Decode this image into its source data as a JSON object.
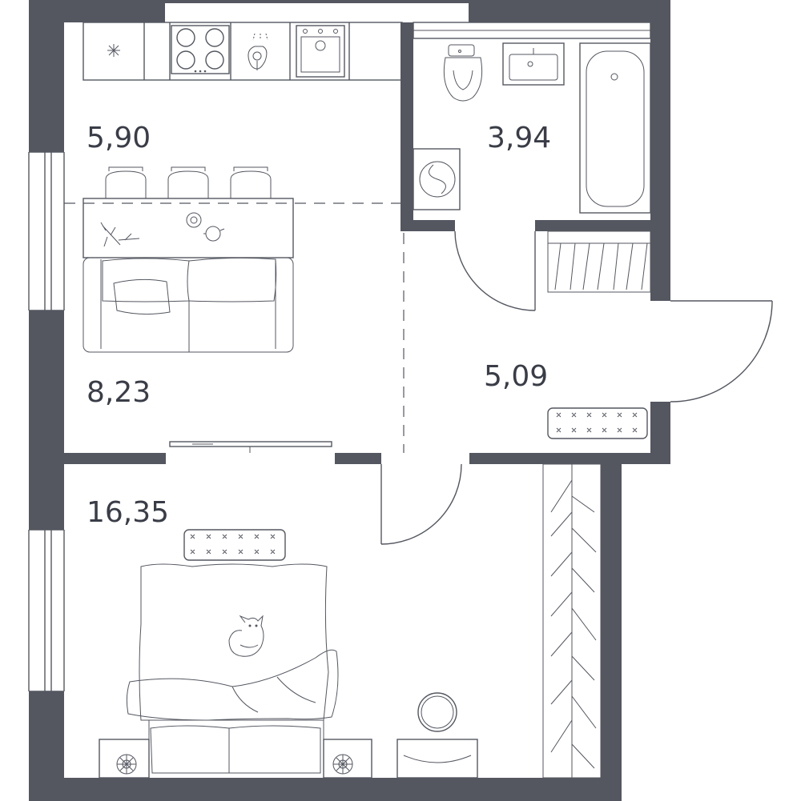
{
  "rooms": [
    {
      "id": "kitchen",
      "area": "5,90"
    },
    {
      "id": "bathroom",
      "area": "3,94"
    },
    {
      "id": "living",
      "area": "8,23"
    },
    {
      "id": "hallway",
      "area": "5,09"
    },
    {
      "id": "bedroom",
      "area": "16,35"
    }
  ],
  "colors": {
    "wall": "#545760",
    "line": "#545760",
    "background": "#ffffff",
    "label": "#3a3d47"
  },
  "icons": [
    "hob-icon",
    "sink-icon",
    "oven-icon",
    "fridge-icon",
    "toilet-icon",
    "washbasin-icon",
    "bathtub-icon",
    "washing-machine-icon",
    "wardrobe-icon",
    "sofa-icon",
    "dining-table-icon",
    "chair-icon",
    "tv-icon",
    "bed-icon",
    "cat-icon",
    "lamp-icon",
    "desk-icon",
    "shoe-bench-icon",
    "pillow-icon"
  ]
}
